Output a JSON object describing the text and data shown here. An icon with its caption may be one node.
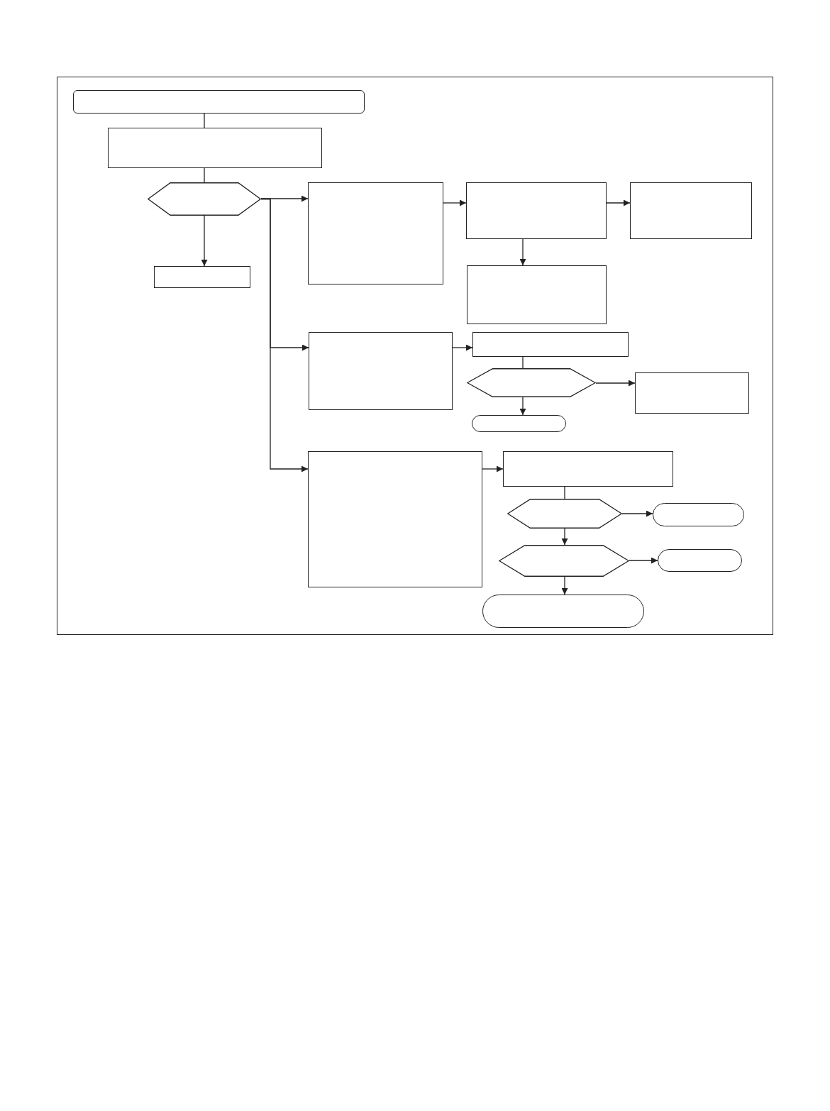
{
  "diagram": {
    "nodes": [
      {
        "text": [],
        "shape": "box"
      },
      {
        "text": [],
        "shape": "box"
      },
      {
        "text": [],
        "shape": "hexagon"
      },
      {
        "text": [],
        "shape": "box"
      },
      {
        "text": [],
        "shape": "box"
      },
      {
        "text": [],
        "shape": "box"
      },
      {
        "text": [],
        "shape": "box"
      },
      {
        "text": [],
        "shape": "box"
      },
      {
        "text": [],
        "shape": "box"
      },
      {
        "text": [],
        "shape": "box"
      },
      {
        "text": [],
        "shape": "hexagon"
      },
      {
        "text": [],
        "shape": "box"
      },
      {
        "text": [],
        "shape": "pill"
      },
      {
        "text": [],
        "shape": "box"
      },
      {
        "text": [],
        "shape": "box"
      },
      {
        "text": [],
        "shape": "hexagon"
      },
      {
        "text": [],
        "shape": "pill"
      },
      {
        "text": [],
        "shape": "hexagon"
      },
      {
        "text": [],
        "shape": "pill"
      },
      {
        "text": [],
        "shape": "pill"
      }
    ],
    "edges": [
      {
        "from": 0,
        "to": 1,
        "arrow": "none"
      },
      {
        "from": 1,
        "to": 2,
        "arrow": "none"
      },
      {
        "from": 2,
        "to": 3,
        "arrow": "to"
      },
      {
        "from": 2,
        "to": 4,
        "arrow": "to"
      },
      {
        "from": 2,
        "to": 8,
        "arrow": "to"
      },
      {
        "from": 2,
        "to": 13,
        "arrow": "to"
      },
      {
        "from": 4,
        "to": 5,
        "arrow": "to"
      },
      {
        "from": 5,
        "to": 6,
        "arrow": "to"
      },
      {
        "from": 5,
        "to": 7,
        "arrow": "to"
      },
      {
        "from": 8,
        "to": 9,
        "arrow": "to"
      },
      {
        "from": 9,
        "to": 10,
        "arrow": "none"
      },
      {
        "from": 10,
        "to": 11,
        "arrow": "to"
      },
      {
        "from": 10,
        "to": 12,
        "arrow": "to"
      },
      {
        "from": 13,
        "to": 14,
        "arrow": "to"
      },
      {
        "from": 14,
        "to": 15,
        "arrow": "none"
      },
      {
        "from": 15,
        "to": 16,
        "arrow": "to"
      },
      {
        "from": 15,
        "to": 17,
        "arrow": "to"
      },
      {
        "from": 17,
        "to": 18,
        "arrow": "to"
      },
      {
        "from": 17,
        "to": 19,
        "arrow": "to"
      }
    ]
  }
}
